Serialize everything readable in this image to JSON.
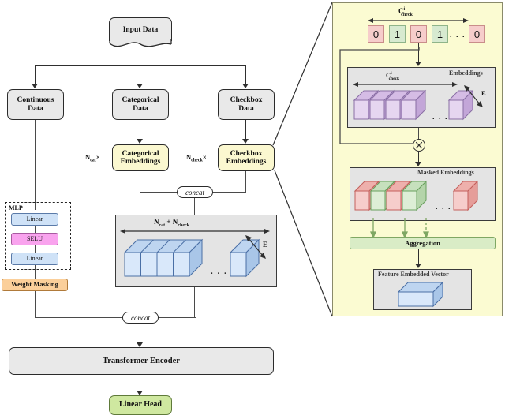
{
  "diagram": {
    "title": "Model architecture with checkbox embedding detail",
    "nodes": {
      "input_data": "Input Data",
      "continuous_data": "Continuous\nData",
      "continuous_data_l1": "Continuous",
      "continuous_data_l2": "Data",
      "categorical_data_l1": "Categorical",
      "categorical_data_l2": "Data",
      "checkbox_data_l1": "Checkbox",
      "checkbox_data_l2": "Data",
      "categorical_embeddings_l1": "Categorical",
      "categorical_embeddings_l2": "Embeddings",
      "checkbox_embeddings_l1": "Checkbox",
      "checkbox_embeddings_l2": "Embeddings",
      "transformer_encoder": "Transformer Encoder",
      "linear_head": "Linear Head",
      "weight_masking": "Weight Masking",
      "mlp_title": "MLP",
      "mlp_linear_1": "Linear",
      "mlp_selu": "SELU",
      "mlp_linear_2": "Linear"
    },
    "multipliers": {
      "n_cat": "N",
      "n_cat_sub": "cat",
      "n_cat_times": "×",
      "n_check": "N",
      "n_check_sub": "check",
      "n_check_times": "×"
    },
    "connectors": {
      "concat_top": "concat",
      "concat_bottom": "concat",
      "multiply_symbol": "⊗"
    },
    "embedding_block": {
      "width_label_main": "N",
      "width_label_sub1": "cat",
      "width_label_plus": " + N",
      "width_label_sub2": "check",
      "depth_label": "E",
      "ellipsis": ". . ."
    }
  },
  "zoom_panel": {
    "bits_axis_label_main": "C",
    "bits_axis_label_sup": "i",
    "bits_axis_label_sub": "check",
    "bits": [
      "0",
      "1",
      "0",
      "1",
      "0"
    ],
    "bits_ellipsis": ". . .",
    "embeddings": {
      "panel_title": "Embeddings",
      "width_label_main": "C",
      "width_label_sup": "i",
      "width_label_sub": "check",
      "depth_label": "E",
      "ellipsis": ". . ."
    },
    "masked_embeddings": {
      "panel_title": "Masked Embeddings",
      "cube_mask": [
        "0",
        "1",
        "0",
        "1",
        "0"
      ],
      "ellipsis": ". . ."
    },
    "aggregation": "Aggregation",
    "feature_vector": {
      "panel_title": "Feature Embedded Vector"
    }
  },
  "colors": {
    "grey_node": "#e9e9e9",
    "yellow_node": "#fbf8d0",
    "green_node": "#cfe8a0",
    "orange_node": "#fbcf9a",
    "blue_layer": "#cfe2f7",
    "magenta_layer": "#f9a3ee",
    "zoom_panel_bg": "#fbfbd2",
    "panel_bg": "#e4e4e4",
    "bit_zero": "#f6cdcb",
    "bit_one": "#d7ead0",
    "purple_cube": "#dcc4e8",
    "blue_cube": "#cfe0f5",
    "red_cube": "#f3c3c0",
    "green_cube": "#d2e8c9",
    "aggregation_bar": "#d9ecc6"
  }
}
